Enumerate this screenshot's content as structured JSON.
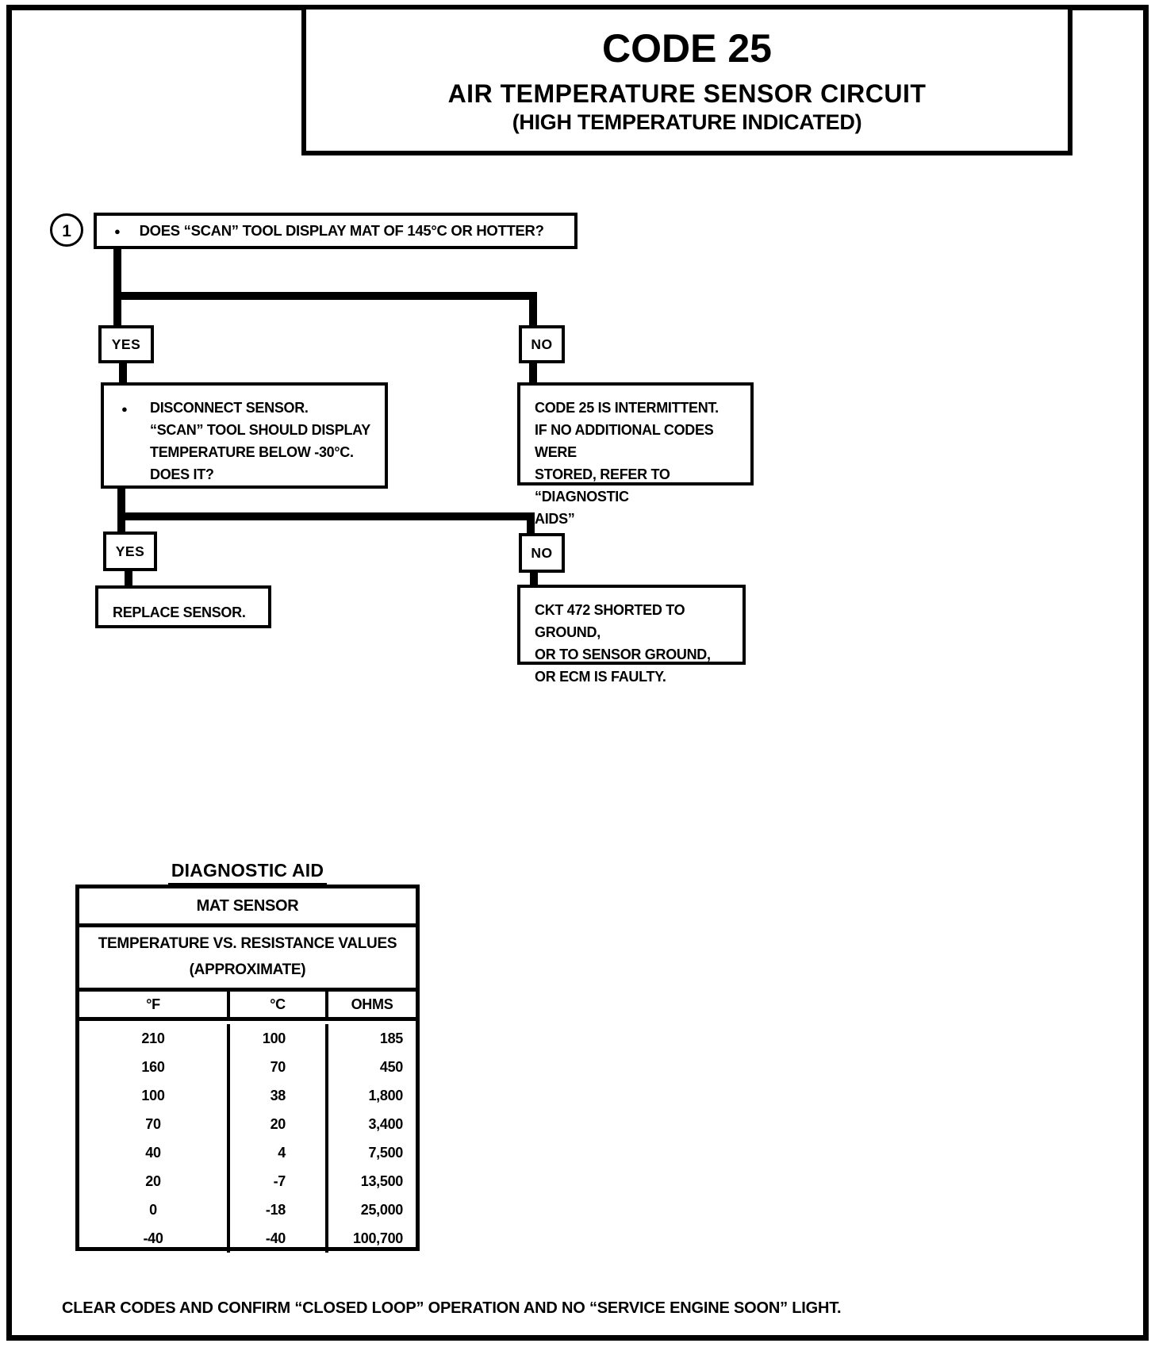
{
  "title_block": {
    "code": "CODE 25",
    "subtitle1": "AIR TEMPERATURE SENSOR CIRCUIT",
    "subtitle2": "(HIGH TEMPERATURE INDICATED)"
  },
  "icons": {
    "bullet": "●"
  },
  "flowchart": {
    "step1": {
      "number": "1",
      "question": "DOES “SCAN” TOOL DISPLAY MAT OF 145°C OR HOTTER?"
    },
    "labels": {
      "yes1": "YES",
      "no1": "NO",
      "yes2": "YES",
      "no2": "NO"
    },
    "disconnect_box": {
      "lines": [
        "DISCONNECT SENSOR.",
        "“SCAN” TOOL SHOULD DISPLAY",
        "TEMPERATURE BELOW -30°C.",
        "DOES IT?"
      ]
    },
    "intermittent_box": {
      "lines": [
        "CODE 25 IS INTERMITTENT.",
        "IF NO ADDITIONAL CODES WERE",
        "STORED, REFER TO “DIAGNOSTIC",
        "AIDS”"
      ]
    },
    "replace_box": {
      "lines": [
        "REPLACE SENSOR."
      ]
    },
    "ckt_box": {
      "lines": [
        "CKT 472  SHORTED TO GROUND,",
        "OR TO SENSOR GROUND,",
        "OR ECM IS FAULTY."
      ]
    }
  },
  "diagnostic_aid": {
    "heading": "DIAGNOSTIC AID",
    "table": {
      "title": "MAT SENSOR",
      "subtitle_line1": "TEMPERATURE VS. RESISTANCE VALUES",
      "subtitle_line2": "(APPROXIMATE)",
      "columns": [
        "°F",
        "°C",
        "OHMS"
      ],
      "rows": [
        [
          "210",
          "100",
          "185"
        ],
        [
          "160",
          "70",
          "450"
        ],
        [
          "100",
          "38",
          "1,800"
        ],
        [
          "70",
          "20",
          "3,400"
        ],
        [
          "40",
          "4",
          "7,500"
        ],
        [
          "20",
          "-7",
          "13,500"
        ],
        [
          "0",
          "-18",
          "25,000"
        ],
        [
          "-40",
          "-40",
          "100,700"
        ]
      ]
    }
  },
  "footer": "CLEAR CODES AND CONFIRM “CLOSED LOOP”  OPERATION AND NO “SERVICE ENGINE SOON” LIGHT."
}
